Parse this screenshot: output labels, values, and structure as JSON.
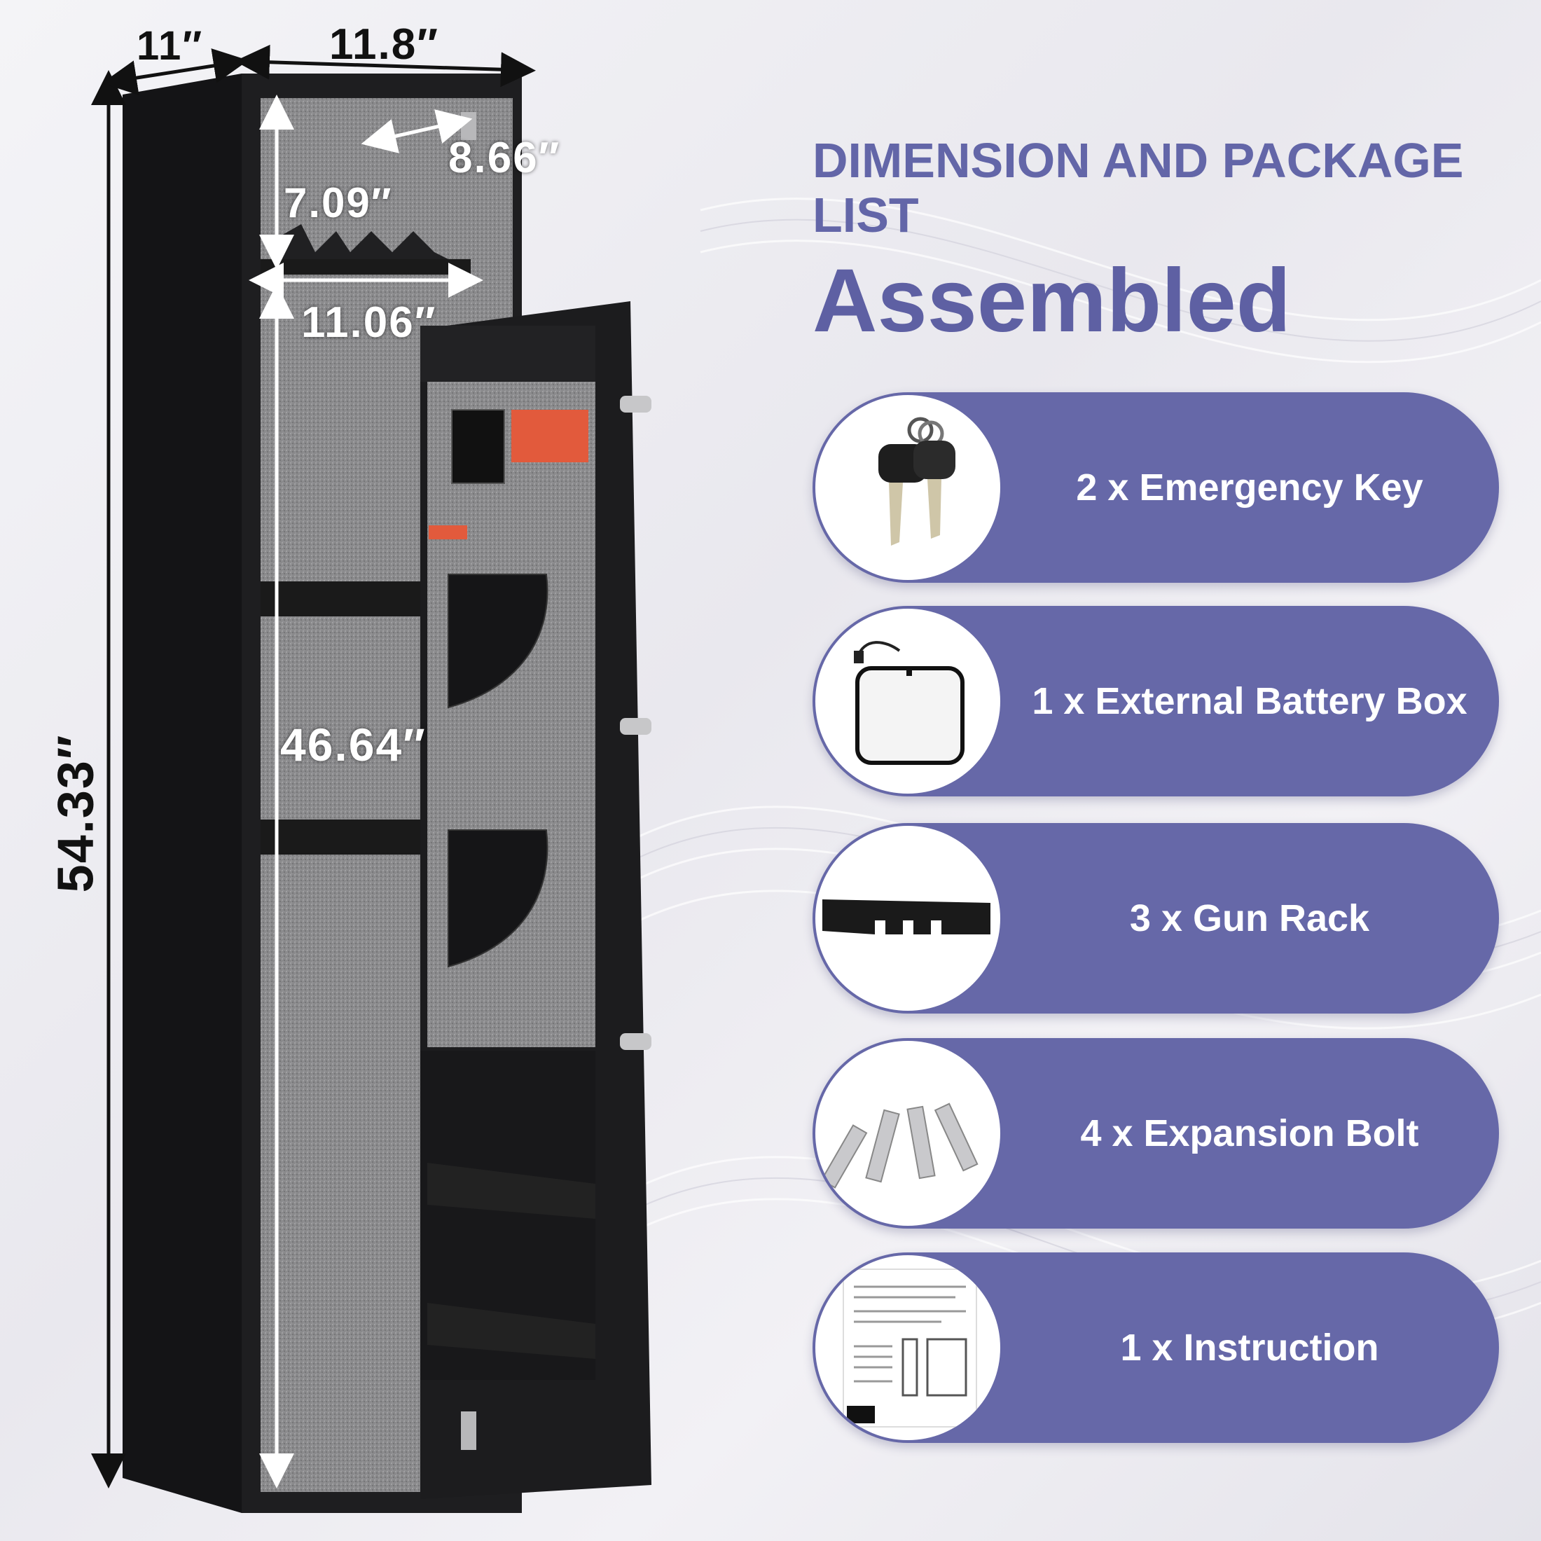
{
  "heading": {
    "title_small": "DIMENSION AND PACKAGE LIST",
    "title_big": "Assembled"
  },
  "dimensions": {
    "depth": "11″",
    "width": "11.8″",
    "height": "54.33″",
    "top_shelf_height": "7.09″",
    "top_shelf_depth": "8.66″",
    "inner_width": "11.06″",
    "inner_height": "46.64″"
  },
  "package_items": [
    {
      "label": "2 x Emergency Key",
      "icon": "key-icon"
    },
    {
      "label": "1 x External Battery Box",
      "icon": "battery-box-icon"
    },
    {
      "label": "3 x Gun Rack",
      "icon": "gun-rack-icon"
    },
    {
      "label": "4 x Expansion Bolt",
      "icon": "expansion-bolt-icon"
    },
    {
      "label": "1 x Instruction",
      "icon": "instruction-sheet-icon"
    }
  ],
  "colors": {
    "accent": "#6668a8",
    "heading": "#5e60a3",
    "safe_body": "#1b1b1d",
    "carpet": "#8e8e90"
  }
}
